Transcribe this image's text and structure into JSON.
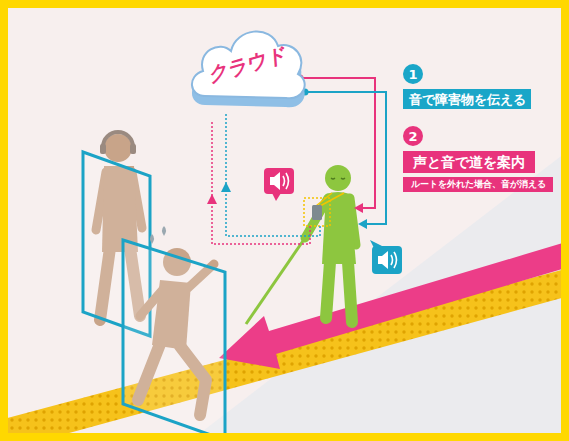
{
  "diagram": {
    "nodes": [
      {
        "text": [
          "クラウド"
        ]
      },
      {
        "text": [
          "1"
        ]
      },
      {
        "text": [
          "音で障害物を伝える"
        ]
      },
      {
        "text": [
          "2"
        ]
      },
      {
        "text": [
          "声と音で道を案内"
        ]
      },
      {
        "text": [
          "ルートを外れた場合、音が消える"
        ]
      }
    ]
  }
}
